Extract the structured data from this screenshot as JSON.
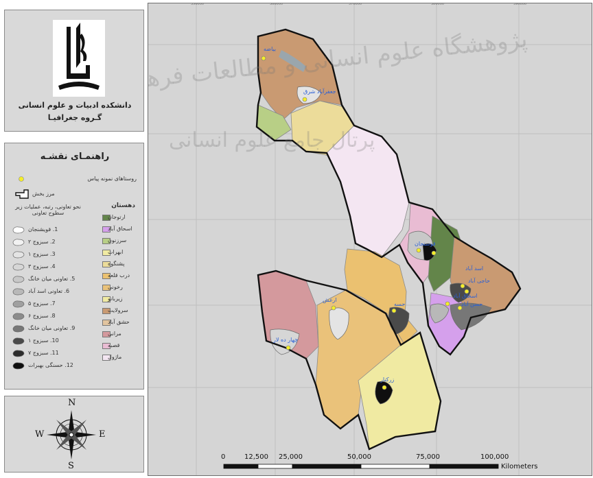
{
  "institution": {
    "line1": "دانشکده ادبیات و علوم انسانی",
    "line2": "گـروه جغرافیـا"
  },
  "legend": {
    "title": "راهنمـای نقشـه",
    "points_label": "روستاهای نمونه پیاس",
    "boundary_label": "مرز بخش",
    "dehestan_header": "دهستان",
    "cluster_header": "نحو تعاونی، رتبه، عملیات زیر سطوح تعاونی",
    "dehestans": [
      {
        "label": "ارتوجان",
        "color": "#63854a"
      },
      {
        "label": "اسحاق آباد",
        "color": "#d5a0ec"
      },
      {
        "label": "سرزنون",
        "color": "#b8cf86"
      },
      {
        "label": "ابهرات",
        "color": "#f1eba2"
      },
      {
        "label": "پشنگوه",
        "color": "#ecdc9a"
      },
      {
        "label": "درب قلعه",
        "color": "#ebc170"
      },
      {
        "label": "رخونی",
        "color": "#eac27a"
      },
      {
        "label": "زیربانو",
        "color": "#f0eaa2"
      },
      {
        "label": "سرولایت",
        "color": "#c99a72"
      },
      {
        "label": "حشق آباد",
        "color": "#e2c5a0"
      },
      {
        "label": "مرانی",
        "color": "#d4999d"
      },
      {
        "label": "قصبه",
        "color": "#e9bcd3"
      },
      {
        "label": "ماژول",
        "color": "#f4e6f2"
      }
    ],
    "clusters": [
      {
        "label": "1. قویشنجان",
        "color": "#ffffff"
      },
      {
        "label": "2. سبزوج ۲",
        "color": "#f2f2f2"
      },
      {
        "label": "3. سبزوج ۱",
        "color": "#e4e4e4"
      },
      {
        "label": "4. سبزوج ۳",
        "color": "#d6d6d6"
      },
      {
        "label": "5. تعاونی میان خانگ",
        "color": "#c8c8c8"
      },
      {
        "label": "6. تعاونی اسد آباد",
        "color": "#b8b8b8"
      },
      {
        "label": "7. سبزوج ۵",
        "color": "#a0a0a0"
      },
      {
        "label": "8. سبزوج ۶",
        "color": "#8c8c8c"
      },
      {
        "label": "9. تعاونی میان خانگ",
        "color": "#777777"
      },
      {
        "label": "10. سبزوج ۱",
        "color": "#4a4a4a"
      },
      {
        "label": "11. سبزوج ۷",
        "color": "#2c2c2c"
      },
      {
        "label": "12. حسنگی بهبرات",
        "color": "#0f0f0f"
      }
    ]
  },
  "compass": {
    "n": "N",
    "s": "S",
    "e": "E",
    "w": "W"
  },
  "map": {
    "places": [
      {
        "label": "بیاضه"
      },
      {
        "label": "جعفرآباد شرق"
      },
      {
        "label": "قوسنجان"
      },
      {
        "label": "اسد آباد"
      },
      {
        "label": "حاجی آباد"
      },
      {
        "label": "اسحاق آباد"
      },
      {
        "label": "حسن آباد"
      },
      {
        "label": "ارغش"
      },
      {
        "label": "جسه"
      },
      {
        "label": "چهار ده لار"
      },
      {
        "label": "زرکنار"
      }
    ],
    "scale": {
      "labels": [
        "0",
        "12,500",
        "25,000",
        "50,000",
        "75,000",
        "100,000"
      ],
      "unit": "Kilometers"
    },
    "top_ticks": [
      "350000",
      "360000",
      "370000",
      "380000",
      "390000"
    ],
    "watermark1": "پژوهشگاه علوم انسانی و مطالعات فرهنگی",
    "watermark2": "پرتال جامع علوم انسانی"
  },
  "colors": {
    "point": "#f4ee2a",
    "label": "#2a5fd6",
    "boundary": "#111111"
  }
}
